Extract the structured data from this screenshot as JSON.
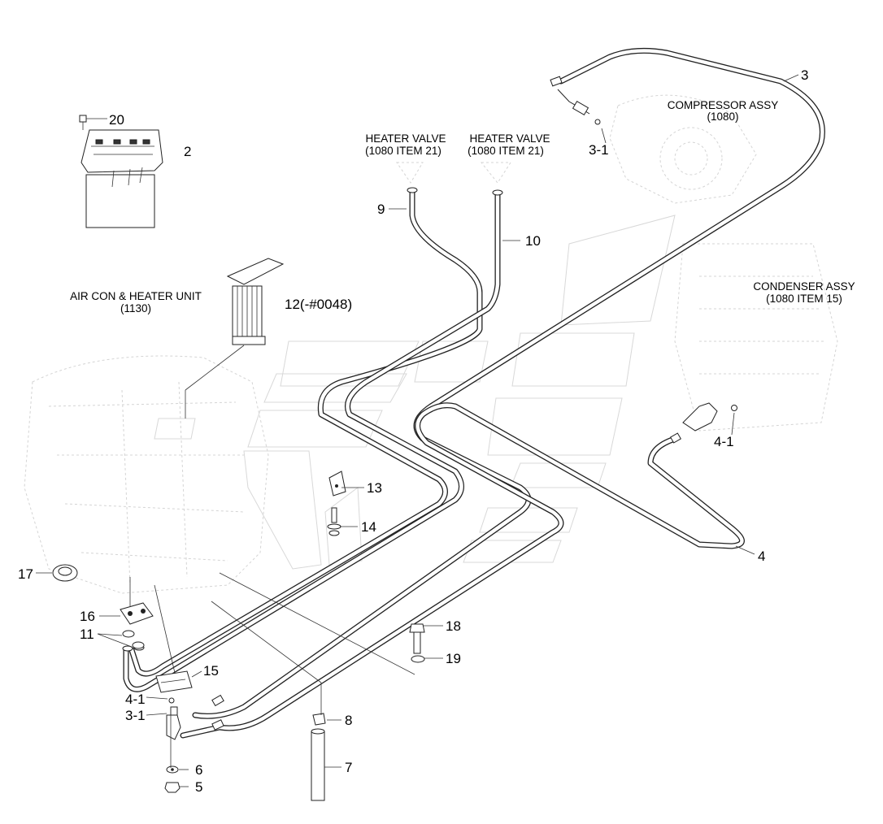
{
  "callouts": {
    "c2": "2",
    "c3": "3",
    "c3_1_top": "3-1",
    "c4": "4",
    "c4_1_right": "4-1",
    "c5": "5",
    "c6": "6",
    "c7": "7",
    "c8": "8",
    "c9": "9",
    "c10": "10",
    "c11": "11",
    "c12": "12(-#0048)",
    "c13": "13",
    "c14": "14",
    "c15": "15",
    "c16": "16",
    "c17": "17",
    "c18": "18",
    "c19": "19",
    "c20": "20",
    "c4_1_left": "4-1",
    "c3_1_left": "3-1"
  },
  "labels": {
    "compressor_name": "COMPRESSOR ASSY",
    "compressor_ref": "(1080)",
    "heater_valve_left_name": "HEATER VALVE",
    "heater_valve_left_ref": "(1080 ITEM 21)",
    "heater_valve_right_name": "HEATER VALVE",
    "heater_valve_right_ref": "(1080 ITEM 21)",
    "condenser_name": "CONDENSER ASSY",
    "condenser_ref": "(1080 ITEM 15)",
    "aircon_name": "AIR CON & HEATER UNIT",
    "aircon_ref": "(1130)"
  }
}
